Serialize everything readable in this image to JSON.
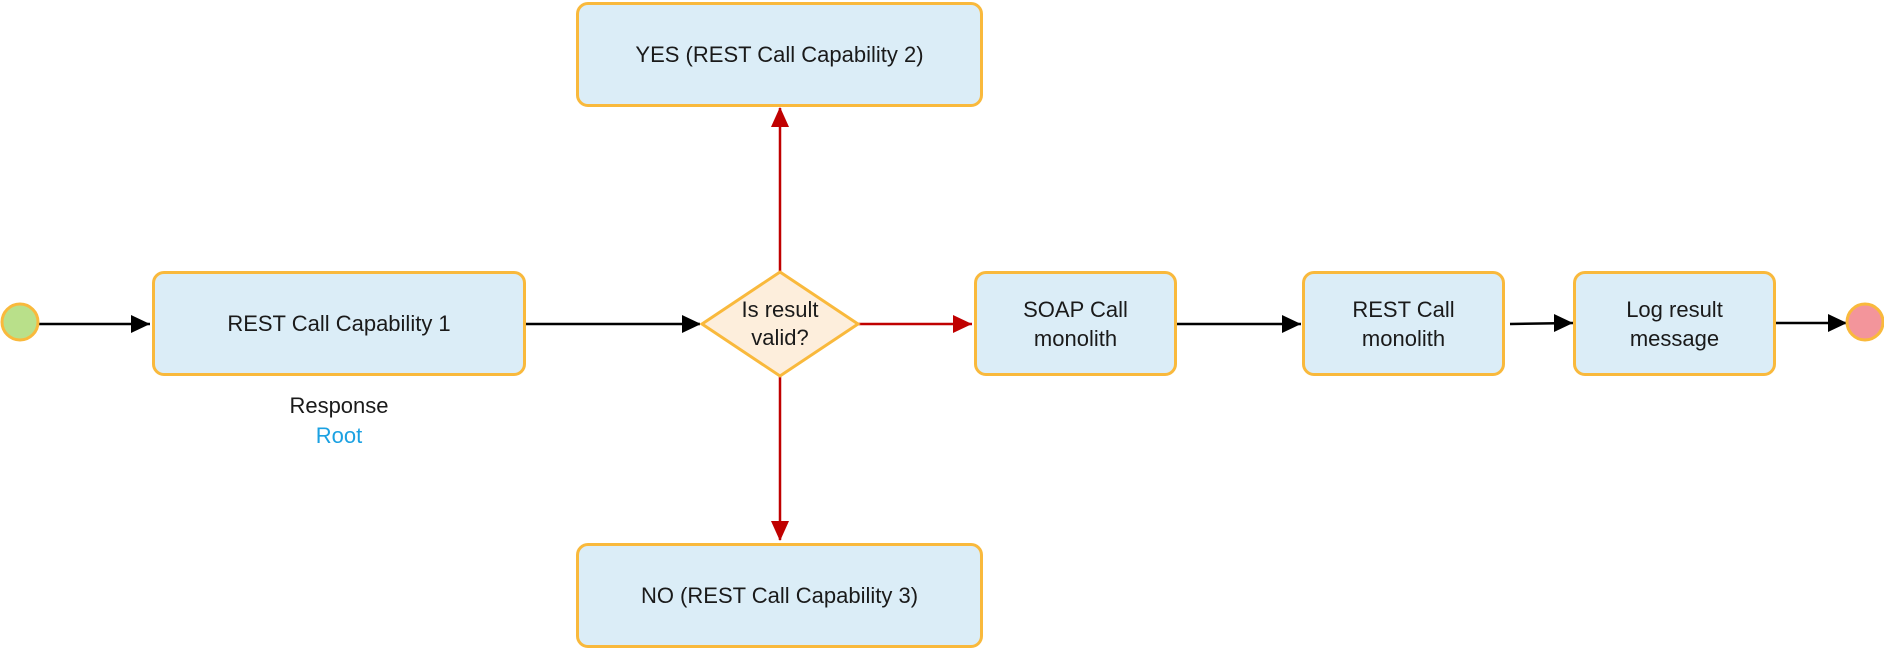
{
  "nodes": {
    "rest_call_1": "REST Call Capability 1",
    "yes_branch": "YES (REST Call Capability 2)",
    "no_branch": "NO (REST Call Capability 3)",
    "soap_call": "SOAP Call\nmonolith",
    "rest_call_monolith": "REST Call\nmonolith",
    "log_result": "Log result\nmessage"
  },
  "decision": "Is result\nvalid?",
  "annotation": {
    "line1": "Response",
    "line2": "Root"
  },
  "colors": {
    "node_fill": "#dbedf7",
    "node_border": "#f9b93c",
    "decision_fill": "#fdeedc",
    "start_fill": "#b9e08a",
    "end_fill": "#f3959b",
    "arrow_black": "#000000",
    "arrow_red": "#c00000",
    "annotation_accent": "#1ba1e2"
  }
}
